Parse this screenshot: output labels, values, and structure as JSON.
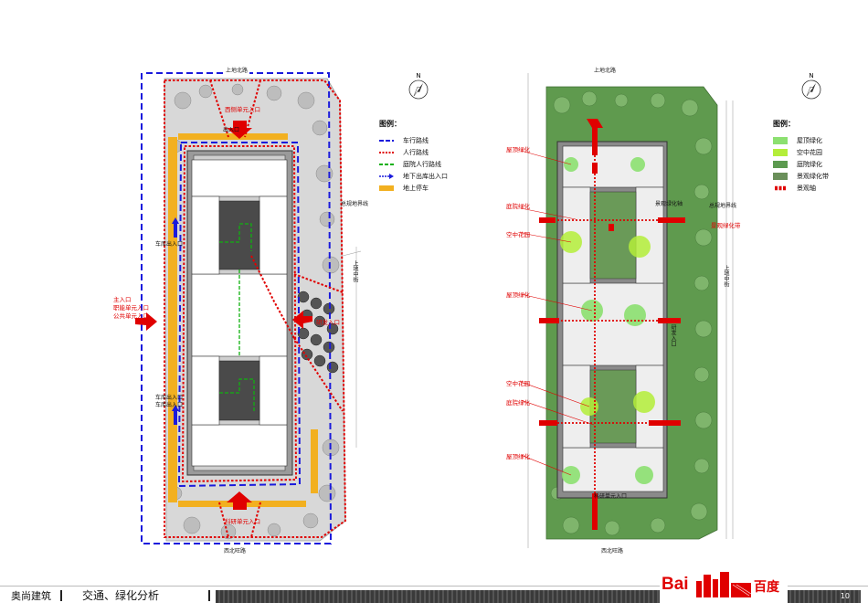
{
  "left_plan": {
    "roads": {
      "north": "上地北路",
      "south": "西北旺路",
      "east_upper": "总规地界线",
      "east_middle": "上地中街"
    },
    "labels": {
      "top_entrance": "西侧单元入口",
      "top_entrance_2": "出入口",
      "west_entrance": "主入口\n职能单元入口\n公共单元入口",
      "west_garage_1": "车库出入口",
      "west_garage_2": "车库出入口\n车库出入口",
      "east_entrance": "研发入口",
      "south_entrance": "科研单元入口"
    },
    "legend": {
      "title": "图例：",
      "items": [
        {
          "label": "车行路线",
          "color": "#1a1adc",
          "style": "dash"
        },
        {
          "label": "人行路线",
          "color": "#e00000",
          "style": "dot"
        },
        {
          "label": "庭院人行路线",
          "color": "#10b010",
          "style": "dash"
        },
        {
          "label": "地下出库出入口",
          "color": "#1a1adc",
          "style": "arrow"
        },
        {
          "label": "地上停车",
          "color": "#f2b020",
          "style": "solid"
        }
      ]
    }
  },
  "right_plan": {
    "roads": {
      "north": "上地北路",
      "south": "西北旺路",
      "east_upper": "总规地界线",
      "east_middle": "上地中街",
      "east_band": "景观绿化带"
    },
    "labels": {
      "roof_1": "屋顶绿化",
      "courtyard_1": "庭院绿化",
      "sky_garden_1": "空中花园",
      "roof_2": "屋顶绿化",
      "sky_garden_2": "空中花园",
      "courtyard_2": "庭院绿化",
      "roof_3": "屋顶绿化",
      "center_entrance": "研发入口",
      "south_entrance": "科研单元入口",
      "top_label": "景观绿化轴"
    },
    "legend": {
      "title": "图例：",
      "items": [
        {
          "label": "屋顶绿化",
          "color": "#8ce070"
        },
        {
          "label": "空中花园",
          "color": "#b4ee3a"
        },
        {
          "label": "庭院绿化",
          "color": "#5c9a50"
        },
        {
          "label": "景观绿化带",
          "color": "#6a8f5a"
        },
        {
          "label": "景观轴",
          "color": "#e00000"
        }
      ]
    }
  },
  "footer": {
    "company": "奥尚建筑",
    "title": "交通、绿化分析",
    "logo_text": "Bai",
    "logo_cn": "百度",
    "page": "10"
  },
  "colors": {
    "red": "#e00000",
    "blue": "#1a1adc",
    "green": "#10b010",
    "parking": "#f2b020",
    "greenery": "#5f9a4e"
  }
}
